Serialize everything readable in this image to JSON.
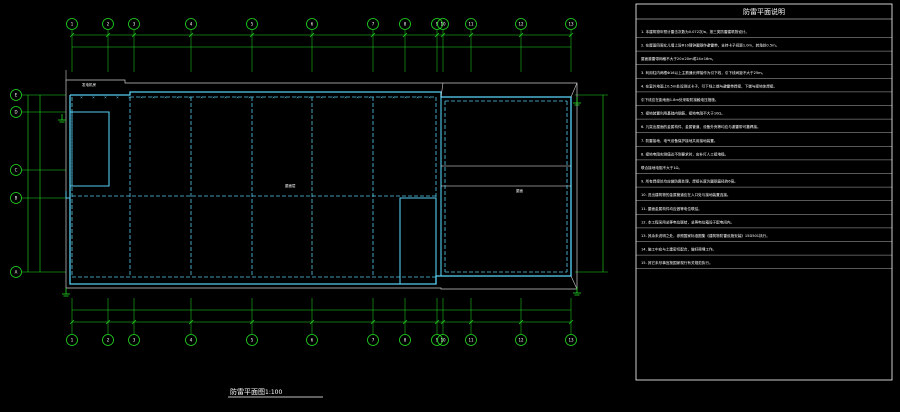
{
  "drawing": {
    "title": "防雷平面图",
    "scale": "1:100",
    "room_label_center": "屋面层",
    "room_label_right": "屋面",
    "top_left_label": "发电机房"
  },
  "axes": {
    "top": [
      "1",
      "2",
      "3",
      "4",
      "5",
      "6",
      "7",
      "8",
      "9",
      "10",
      "11",
      "12",
      "13"
    ],
    "bottom": [
      "1",
      "2",
      "3",
      "4",
      "5",
      "6",
      "7",
      "8",
      "9",
      "10",
      "11",
      "12",
      "13"
    ],
    "left": [
      "E",
      "D",
      "C",
      "B",
      "A"
    ]
  },
  "notes": {
    "title": "防雷平面说明",
    "lines": [
      "1. 本建筑物年预计雷击次数为0.072次/a，按三类防雷建筑物设计。",
      "2. 在屋面四周女儿墙上设Φ10镀锌圆钢作避雷带，支持卡子间距1.0m，转角处0.5m。",
      "屋面避雷带网格不大于20×20m或24×16m。",
      "3. 利用柱内两根Φ16以上主筋通长焊接作为引下线，引下线间距不大于25m。",
      "4. 在室外地面上0.5m处设测试卡子，引下线上端与避雷带焊接，下端与接地体焊接。",
      "引下线应在距地面1.8m处采取防接触电压措施。",
      "5. 接地装置利用基础内钢筋，接地电阻不大于10Ω。",
      "6. 凡突出屋面的金属构件、金属管道、设备外壳等均应与避雷带可靠焊接。",
      "7. 防雷接地、电气设备保护接地共用接地装置。",
      "8. 接地电阻实测值达不到要求时，应补打人工接地极。",
      "联合接地电阻不大于1Ω。",
      "9. 所有焊接处均应做防腐处理，焊接长度为圆钢直径的6倍。",
      "10. 进出建筑物的金属管道应在入口处与接地装置连接。",
      "11. 屋面金属构件均应做等电位联结。",
      "12. 本工程采用总等电位联结，总等电位箱设于配电间内。",
      "13. 其余未说明之处，参照国家标准图集《建筑物防雷设施安装》15D501执行。",
      "14. 施工中应与土建密切配合，做好预埋工作。",
      "15. 其它未尽事宜按国家现行有关规范执行。"
    ]
  },
  "colors": {
    "background": "#000000",
    "axis_line": "#22dd22",
    "wall": "#55ccee",
    "lightning_rod": "#55ccee",
    "border": "#ffffff",
    "text": "#ffffff",
    "dim_line": "#22dd22"
  }
}
